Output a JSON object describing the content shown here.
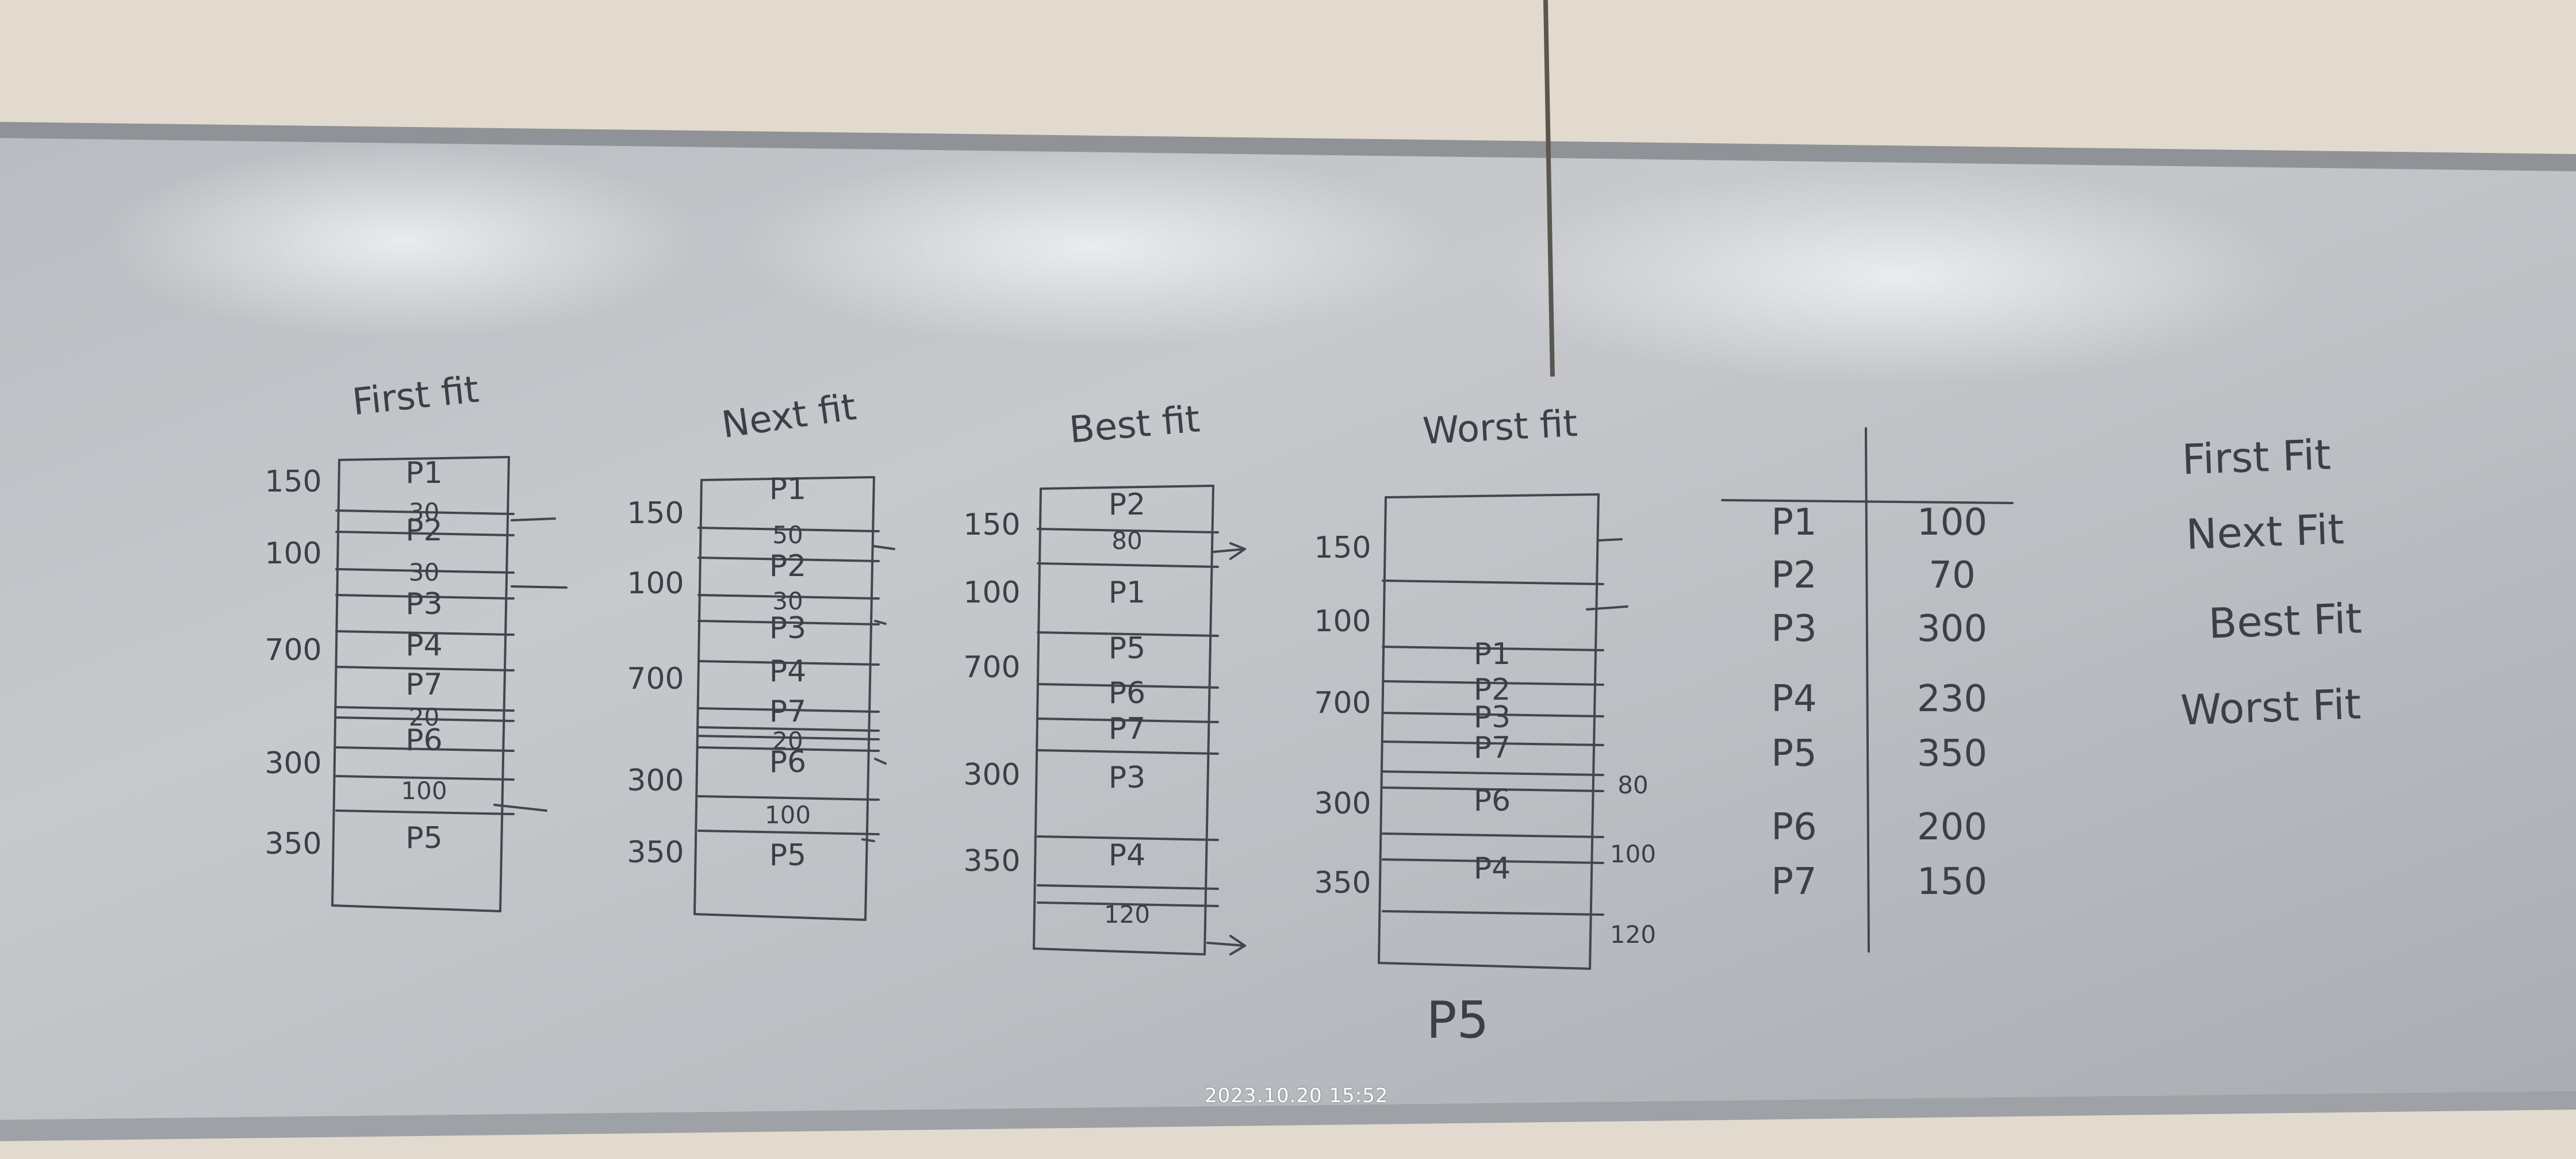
{
  "scene": {
    "description_visible": false,
    "timestamp": "2023.10.20 15:52"
  },
  "diagrams": [
    {
      "title": "First fit",
      "block_labels": [
        "150",
        "100",
        "700",
        "300",
        "350"
      ],
      "segments": [
        "P1",
        "30",
        "P2",
        "30",
        "P3",
        "P4",
        "P7",
        "20",
        "P6",
        "100",
        "P5"
      ]
    },
    {
      "title": "Next fit",
      "block_labels": [
        "150",
        "100",
        "700",
        "300",
        "350"
      ],
      "segments": [
        "P1",
        "50",
        "P2",
        "30",
        "P3",
        "P4",
        "P7",
        "20",
        "P6",
        "100",
        "P5"
      ]
    },
    {
      "title": "Best fit",
      "block_labels": [
        "150",
        "100",
        "700",
        "300",
        "350"
      ],
      "segments": [
        "P2",
        "80",
        "P1",
        "P5",
        "P6",
        "P7",
        "P3",
        "P4",
        "120"
      ]
    },
    {
      "title": "Worst fit",
      "block_labels": [
        "150",
        "100",
        "700",
        "300",
        "350"
      ],
      "segments": [
        "P1",
        "P2",
        "P3",
        "P7",
        "P6",
        "P4"
      ],
      "side_labels": [
        "80",
        "100",
        "120"
      ],
      "unallocated": "P5"
    }
  ],
  "process_table": {
    "rows": [
      {
        "process": "P1",
        "size": "100"
      },
      {
        "process": "P2",
        "size": "70"
      },
      {
        "process": "P3",
        "size": "300"
      },
      {
        "process": "P4",
        "size": "230"
      },
      {
        "process": "P5",
        "size": "350"
      },
      {
        "process": "P6",
        "size": "200"
      },
      {
        "process": "P7",
        "size": "150"
      }
    ]
  },
  "methods_list": [
    "First Fit",
    "Next Fit",
    "Best Fit",
    "Worst Fit"
  ]
}
